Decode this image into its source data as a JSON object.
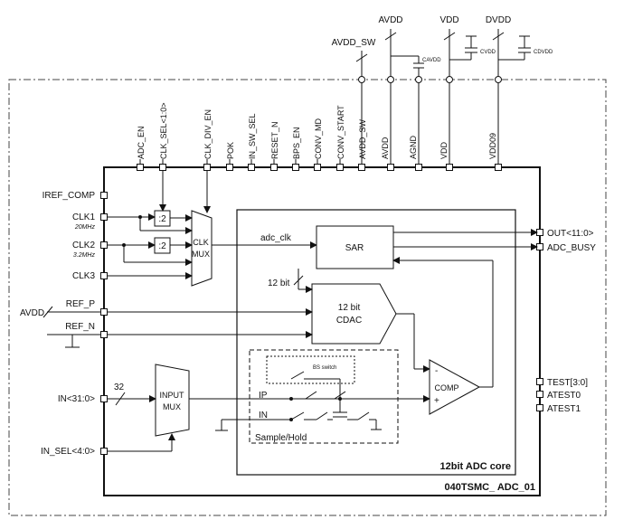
{
  "top_supplies": {
    "avdd_sw": "AVDD_SW",
    "avdd": "AVDD",
    "vdd": "VDD",
    "dvdd": "DVDD",
    "cap_avdd": "CAVDD",
    "cap_vdd": "CVDD",
    "cap_dvdd": "CDVDD"
  },
  "top_pins": [
    "ADC_EN",
    "CLK_SEL<1:0>",
    "CLK_DIV_EN",
    "POK",
    "IN_SW_SEL",
    "RESET_N",
    "BPS_EN",
    "CONV_MD",
    "CONV_START",
    "AVDD_SW",
    "AVDD",
    "AGND",
    "VDD",
    "VDD09"
  ],
  "left_pins": {
    "iref_comp": "IREF_COMP",
    "clk1": "CLK1",
    "clk1_freq": "20MHz",
    "clk2": "CLK2",
    "clk2_freq": "3.2MHz",
    "clk3": "CLK3",
    "ref_p": "REF_P",
    "ref_n": "REF_N",
    "avdd_ext": "AVDD",
    "in_bus": "IN<31:0>",
    "bus_width": "32",
    "in_sel": "IN_SEL<4:0>"
  },
  "right_pins": {
    "out": "OUT<11:0>",
    "adc_busy": "ADC_BUSY",
    "test": "TEST[3:0]",
    "atest0": "ATEST0",
    "atest1": "ATEST1"
  },
  "blocks": {
    "div1": ":2",
    "div2": ":2",
    "clk_mux_1": "CLK",
    "clk_mux_2": "MUX",
    "adc_clk": "adc_clk",
    "sar": "SAR",
    "bits": "12 bit",
    "cdac_1": "12 bit",
    "cdac_2": "CDAC",
    "input_mux_1": "INPUT",
    "input_mux_2": "MUX",
    "comp": "COMP",
    "comp_minus": "-",
    "comp_plus": "+",
    "bs_switch": "BS switch",
    "ip": "IP",
    "in": "IN",
    "sample_hold": "Sample/Hold",
    "core_title": "12bit ADC core",
    "chip_title": "040TSMC_ ADC_01"
  }
}
